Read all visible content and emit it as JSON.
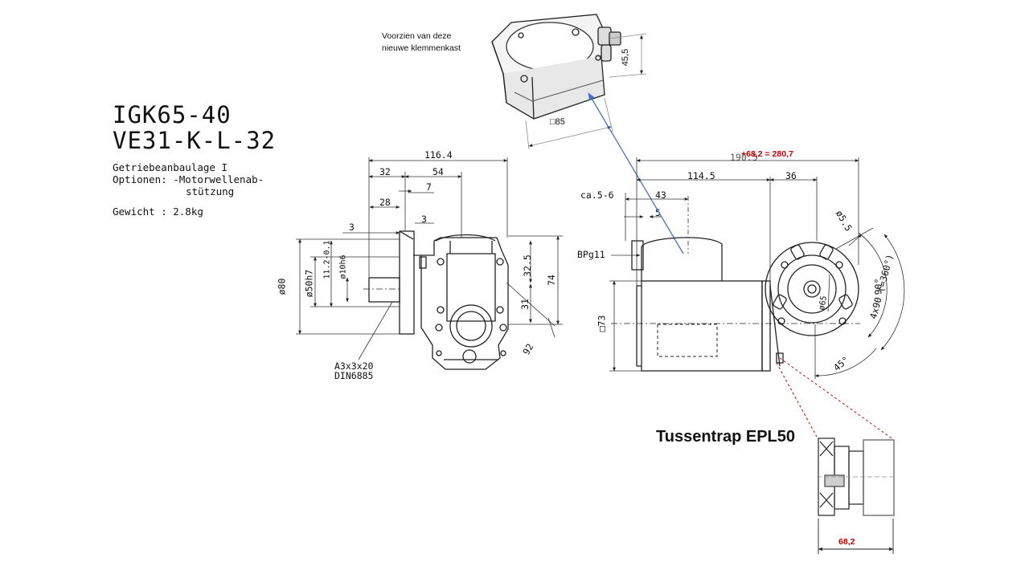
{
  "heading": {
    "model": "IGK65-40",
    "variant": "VE31-K-L-32"
  },
  "specs": {
    "line1": "Getriebeanbaulage I",
    "line2": "Optionen:  -Motorwellenab-",
    "line3": "stützung",
    "weight": "Gewicht  : 2.8kg"
  },
  "note": {
    "line1": "Voorzien van deze",
    "line2": "nieuwe klemmenkast"
  },
  "callout": "Tussentrap EPL50",
  "terminal_box": {
    "height": "45,5",
    "square": "□85"
  },
  "front_view": {
    "total": "116.4",
    "d32": "32",
    "d54": "54",
    "d7": "7",
    "d28": "28",
    "d3a": "3",
    "d3b": "3",
    "d80": "ø80",
    "d50": "ø50h7",
    "d11": "11.2-0.1",
    "d10": "ø10h6",
    "d325": "32.5",
    "d74": "74",
    "d31": "31",
    "d92": "92",
    "key": "A3x3x20",
    "norm": "DIN6885"
  },
  "side_view": {
    "total": "190.5",
    "total_new": "+68,2 = 280,7",
    "d1145": "114.5",
    "d36": "36",
    "ca": "ca.5-6",
    "d43": "43",
    "d5": "5",
    "bpg": "BPg11",
    "d73": "□73",
    "d55": "ø5.5",
    "d90": "90°",
    "d4x90": "4x90 (=360°)",
    "d45": "45°",
    "d65": "ø65"
  },
  "epl": {
    "width": "68,2"
  }
}
